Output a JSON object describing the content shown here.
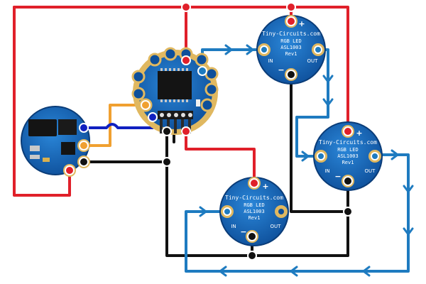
{
  "led_boards": [
    {
      "brand": "Tiny-Circuits.com",
      "line2": "RGB LED",
      "line3": "ASL1003",
      "line4": "Rev1",
      "in_label": "IN",
      "out_label": "OUT",
      "plus_label": "+",
      "minus_label": "−"
    },
    {
      "brand": "Tiny-Circuits.com",
      "line2": "RGB LED",
      "line3": "ASL1003",
      "line4": "Rev1",
      "in_label": "IN",
      "out_label": "OUT",
      "plus_label": "+",
      "minus_label": "−"
    },
    {
      "brand": "Tiny-Circuits.com",
      "line2": "RGB LED",
      "line3": "ASL1003",
      "line4": "Rev1",
      "in_label": "IN",
      "out_label": "OUT",
      "plus_label": "+",
      "minus_label": "−"
    }
  ],
  "colors": {
    "power_wire": "#e0202a",
    "ground_wire": "#111111",
    "data_wire": "#1e7bc0",
    "usb_wire_orange": "#f0a030",
    "usb_wire_blue": "#1020c0",
    "pcb_blue": "#1565b8",
    "pad_gold": "#e0b860",
    "chip_black": "#141414"
  },
  "icons": [
    "flow-arrow-icon",
    "node-dot-icon",
    "usb-chip-icon",
    "mcu-chip-icon"
  ]
}
